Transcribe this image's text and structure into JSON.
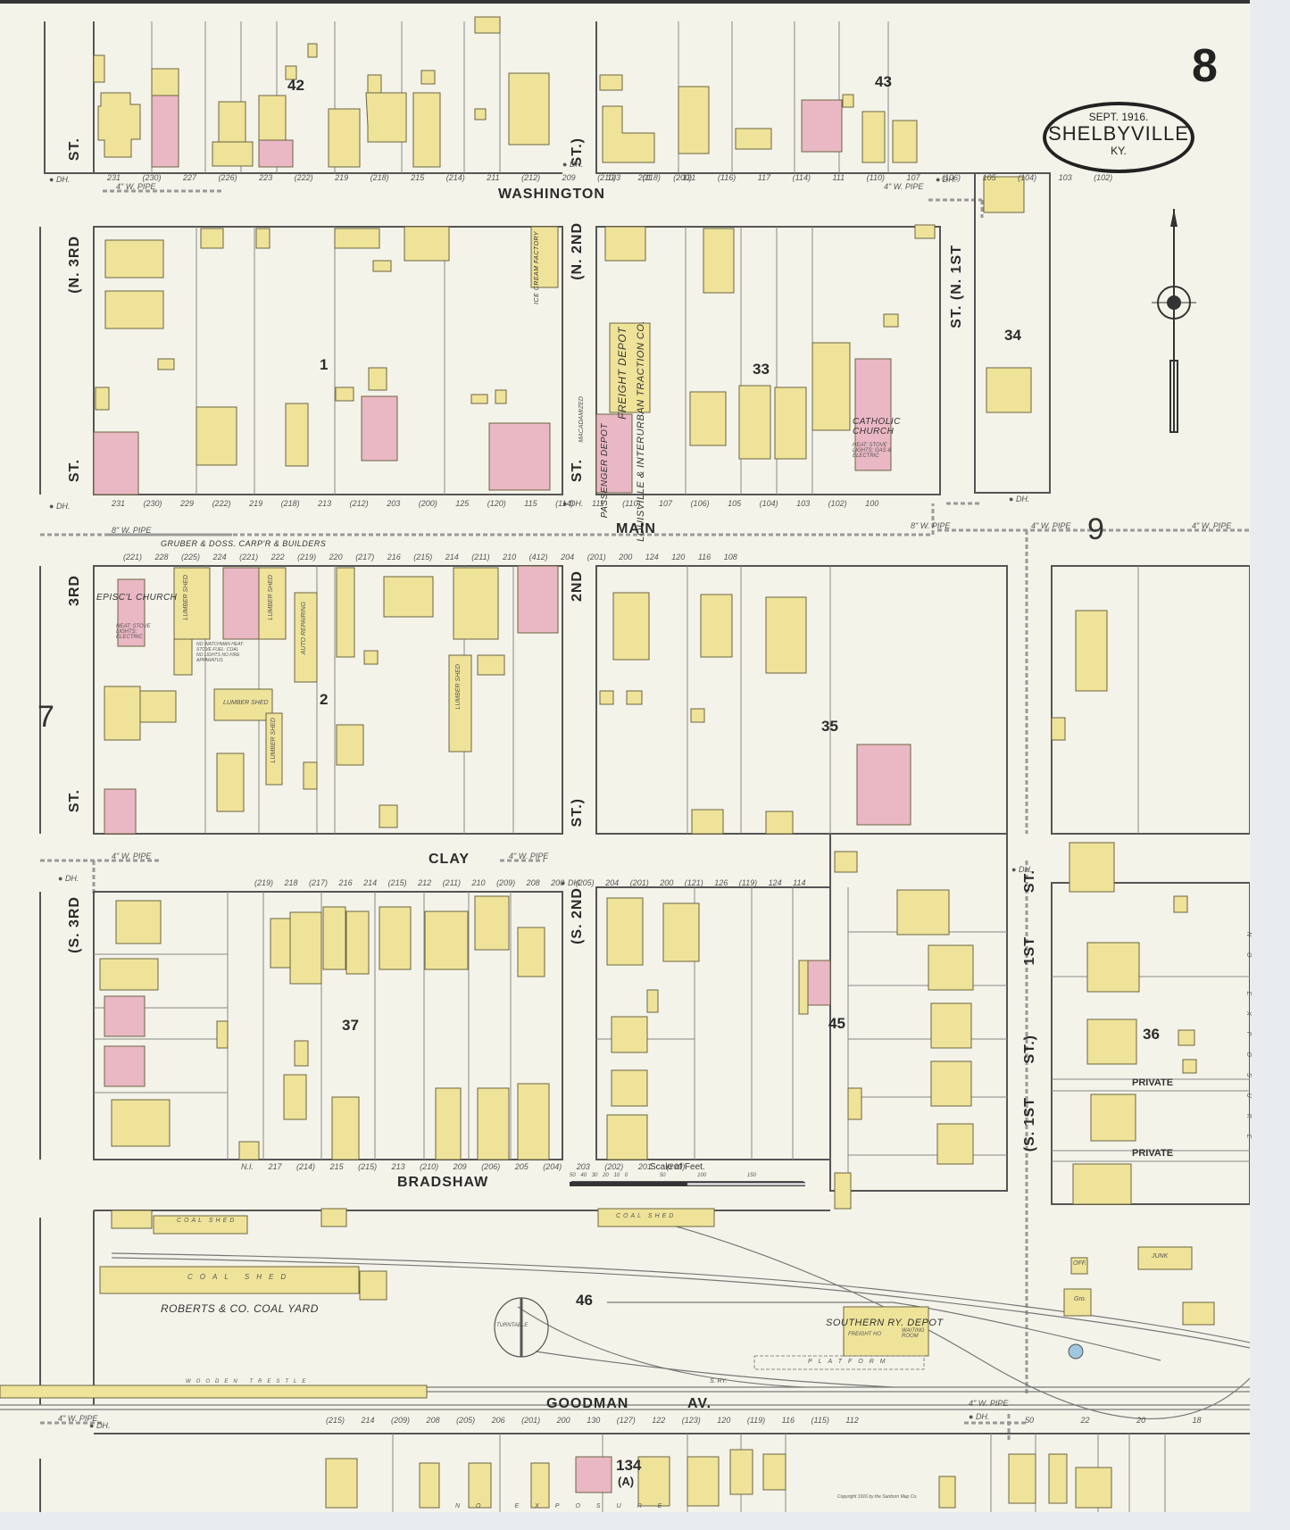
{
  "sheet": {
    "page_number": "8",
    "title_date": "SEPT. 1916.",
    "title_city": "SHELBYVILLE",
    "title_state": "KY.",
    "copyright": "Copyright 1916 by the Sanborn Map Co.",
    "adjacent_sheets": {
      "west": "7",
      "east": "9"
    }
  },
  "colors": {
    "paper": "#f4f3ea",
    "frame_dwelling": "#efe39a",
    "brick": "#eab7c4",
    "water_pipe": "#999999"
  },
  "streets": {
    "washington": "WASHINGTON",
    "main": "MAIN",
    "clay": "CLAY",
    "bradshaw": "BRADSHAW",
    "goodman": "GOODMAN",
    "goodman_suffix": "AV.",
    "n3rd_top": "ST.",
    "n3rd": "(N. 3RD",
    "n3rd_st": "ST.",
    "third_mid": "3RD",
    "third_mid_st": "ST.",
    "s3rd": "(S. 3RD",
    "n2nd_top": "ST.)",
    "n2nd": "(N. 2ND",
    "n2nd_st": "ST.",
    "second_mid": "2ND",
    "second_mid_st": "ST.)",
    "s2nd": "(S. 2ND",
    "n1st": "ST. (N. 1ST",
    "first_mid": "1ST",
    "first_mid_st": "ST.",
    "s1st": "(S. 1ST",
    "s1st_st": "ST.)",
    "private_1": "PRIVATE",
    "private_2": "PRIVATE"
  },
  "blocks": [
    "42",
    "43",
    "1",
    "33",
    "34",
    "2",
    "35",
    "37",
    "45",
    "36",
    "46",
    "134",
    "(A)"
  ],
  "labels": {
    "ice_cream": "ICE CREAM FACTORY",
    "freight_depot": "FREIGHT DEPOT",
    "traction_co": "LOUISVILLE & INTERURBAN TRACTION CO.",
    "passenger_depot": "PASSENGER DEPOT",
    "macadamized": "MACADAMIZED",
    "catholic_church": "CATHOLIC CHURCH",
    "catholic_notes": "HEAT: STOVE LIGHTS: GAS & ELECTRIC",
    "episcopal_church": "EPISC'L CHURCH",
    "episcopal_notes": "HEAT: STOVE LIGHTS: ELECTRIC",
    "gruber_doss": "GRUBER & DOSS. CARP'R & BUILDERS",
    "lumber_shed": "LUMBER SHED",
    "auto_repairing": "AUTO REPAIRING",
    "no_watchman": "NO WATCHMAN HEAT: STOVE FUEL: COAL NO LIGHTS NO FIRE APPARATUS",
    "coal_shed": "COAL SHED",
    "roberts_coal": "ROBERTS & CO. COAL YARD",
    "turntable": "TURNTABLE",
    "southern_depot": "SOUTHERN RY. DEPOT",
    "freight_ho": "FREIGHT HO",
    "waiting_room": "WAITING ROOM",
    "platform": "PLATFORM",
    "sry": "S. RY.",
    "junk": "JUNK",
    "gro": "Gro.",
    "off": "OFF.",
    "trestle": "WOODEN TRESTLE",
    "no_exposure": "NO EXPOSURE",
    "dh": "DH.",
    "pipe_4": "4\" W. PIPE",
    "pipe_8": "8\" W. PIPE"
  },
  "scale": {
    "title": "Scale of Feet.",
    "ticks": [
      "50",
      "40",
      "30",
      "20",
      "10",
      "0",
      "50",
      "100",
      "150"
    ]
  },
  "addresses": {
    "washington_south_side": [
      "231 (230)",
      "227 (226)",
      "223 (222)",
      "219 (218)",
      "215 (214)",
      "211 (212)",
      "209 (210)",
      "201 (200)"
    ],
    "washington_north_east": [
      "123 (118)",
      "121 (116)",
      "117 (114)",
      "111 (110)",
      "107 (106)",
      "105 (104)",
      "103 (102)"
    ],
    "main_north_side": [
      "231 (230)",
      "229 (222)",
      "219 (218)",
      "213 (212)",
      "203 (200)",
      "125 (120)",
      "115 (114)",
      "111 (110)",
      "107 (106)",
      "105 (104)",
      "103 (102)",
      "100"
    ],
    "main_south_side": [
      "(221) 228",
      "(225) 224",
      "(221) 222",
      "(219) 220",
      "(217) 216",
      "(215) 214",
      "(211) 210",
      "(412) 204",
      "(201) 200",
      "124",
      "120",
      "116",
      "108"
    ],
    "clay_south_side": [
      "(219) 218",
      "(217) 216",
      "214",
      "(215) 212",
      "(211) 210",
      "(209) 208",
      "200",
      "(205) 204",
      "(201) 200",
      "(121) 126",
      "(119) 124",
      "114"
    ],
    "bradshaw_north_side": [
      "N.I.",
      "217 (214)",
      "215 (215)",
      "213 (210)",
      "209 (206)",
      "205 (204)",
      "203 (202)",
      "201 (200)"
    ],
    "goodman_north_side": [
      "(215) 214",
      "(209) 208",
      "(205) 206",
      "(201) 200",
      "130",
      "(127) 122",
      "(123) 120",
      "(119) 116",
      "(115) 112",
      "50",
      "22",
      "20",
      "18"
    ]
  }
}
